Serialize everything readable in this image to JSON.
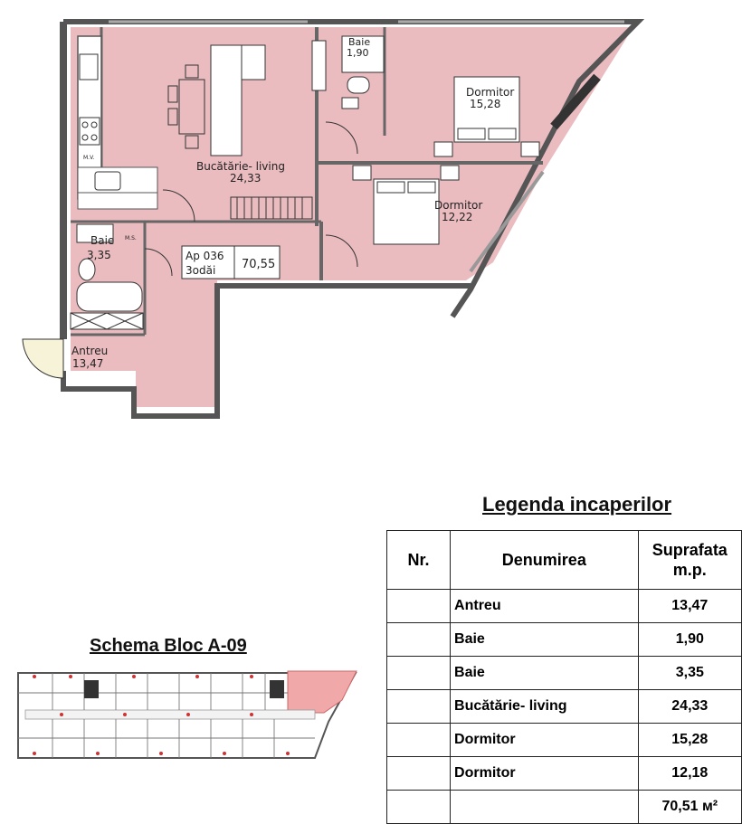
{
  "rooms": {
    "bucatarie": {
      "name": "Bucătărie- living",
      "area": "24,33"
    },
    "baie_small": {
      "name": "Baie",
      "area": "1,90"
    },
    "dormitor_top": {
      "name": "Dormitor",
      "area": "15,28"
    },
    "dormitor_mid": {
      "name": "Dormitor",
      "area": "12,22"
    },
    "baie_left": {
      "name": "Baie",
      "area": "3,35"
    },
    "antreu": {
      "name": "Antreu",
      "area": "13,47"
    }
  },
  "plan_labels": {
    "mv": "M.V.",
    "ms": "M.S."
  },
  "apartment_box": {
    "ap_line1": "Ap 036",
    "ap_line2": "3odăi",
    "area": "70,55"
  },
  "legend": {
    "title": "Legenda incaperilor",
    "headers": {
      "nr": "Nr.",
      "name": "Denumirea",
      "area_line1": "Suprafata",
      "area_line2": "m.p."
    },
    "rows": [
      {
        "nr": "",
        "name": "Antreu",
        "area": "13,47"
      },
      {
        "nr": "",
        "name": "Baie",
        "area": "1,90"
      },
      {
        "nr": "",
        "name": "Baie",
        "area": "3,35"
      },
      {
        "nr": "",
        "name": "Bucătărie- living",
        "area": "24,33"
      },
      {
        "nr": "",
        "name": "Dormitor",
        "area": "15,28"
      },
      {
        "nr": "",
        "name": "Dormitor",
        "area": "12,18"
      }
    ],
    "total": "70,51 м²"
  },
  "schema": {
    "title": "Schema Bloc A-09"
  },
  "colors": {
    "room_fill": "#eabbbf",
    "wall": "#555555",
    "highlight": "#f0a8a8"
  }
}
